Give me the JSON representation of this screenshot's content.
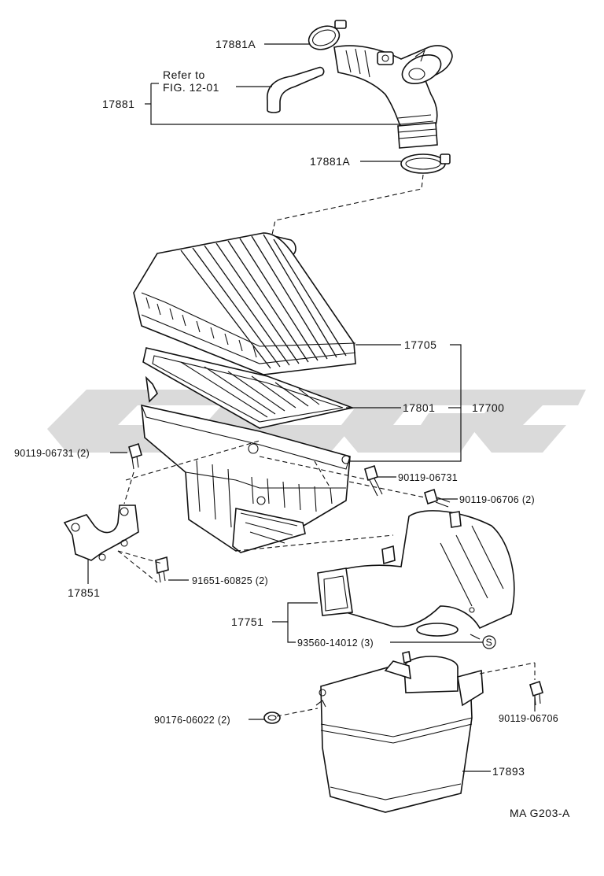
{
  "watermark": {
    "text": "",
    "color": "#c8c8c8"
  },
  "labels": {
    "hose_clamp_top": "17881A",
    "hose_clamp_bottom": "17881A",
    "hose_assy": "17881",
    "refer_line1": "Refer to",
    "refer_line2": "FIG. 12-01",
    "cap_sub": "17705",
    "element": "17801",
    "cleaner_assy": "17700",
    "bolt_left": "90119-06731 (2)",
    "bolt_right": "90119-06731",
    "bolt_mid": "90119-06706 (2)",
    "bracket": "17851",
    "nut": "91651-60825 (2)",
    "inlet": "17751",
    "screw": "93560-14012 (3)",
    "screw_marker": "S",
    "grommet": "90176-06022 (2)",
    "bolt_resonator": "90119-06706",
    "resonator": "17893",
    "figure_code": "MA G203-A"
  },
  "colors": {
    "line": "#111111",
    "background": "#ffffff",
    "watermark": "#c8c8c8"
  }
}
